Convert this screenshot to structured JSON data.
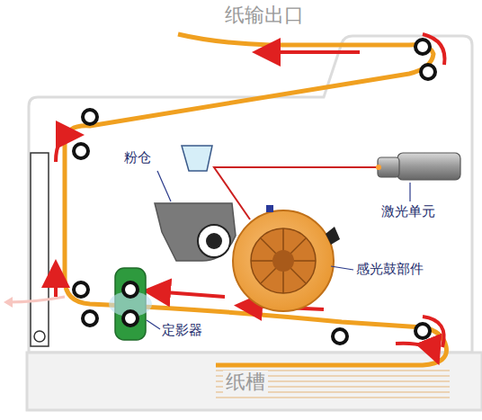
{
  "diagram": {
    "labels": [
      "纸输出口",
      "粉仓",
      "激光单元",
      "感光鼓部件",
      "定影器",
      "纸槽"
    ]
  }
}
